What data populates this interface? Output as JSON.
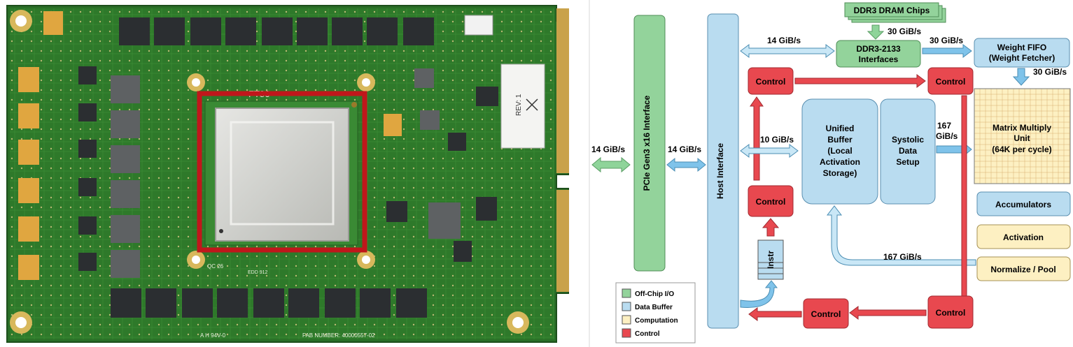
{
  "board": {
    "photo_subject": "tpu-pcb-board",
    "chip_label": "FT86",
    "rev_label": "REV: 1",
    "fab_label": "FAB NUMBER: 40000557-02",
    "marking_label": "A H 94V-0",
    "qc_label": "QC 26",
    "edd_label": "EDD 912",
    "highlight_color": "#c0171b"
  },
  "diagram": {
    "blocks": {
      "pcie": "PCIe Gen3 x16 Interface",
      "host": "Host Interface",
      "ddr3_chips": "DDR3 DRAM Chips",
      "ddr3_iface_line1": "DDR3-2133",
      "ddr3_iface_line2": "Interfaces",
      "weight_fifo_line1": "Weight FIFO",
      "weight_fifo_line2": "(Weight Fetcher)",
      "unified_line1": "Unified",
      "unified_line2": "Buffer",
      "unified_line3": "(Local",
      "unified_line4": "Activation",
      "unified_line5": "Storage)",
      "systolic_line1": "Systolic",
      "systolic_line2": "Data",
      "systolic_line3": "Setup",
      "mmu_line1": "Matrix Multiply",
      "mmu_line2": "Unit",
      "mmu_line3": "(64K per cycle)",
      "accumulators": "Accumulators",
      "activation": "Activation",
      "normalize": "Normalize / Pool",
      "control": "Control",
      "instr": "Instr"
    },
    "bandwidths": {
      "pcie_in": "14 GiB/s",
      "pcie_host": "14 GiB/s",
      "host_ddr": "14 GiB/s",
      "ddr_chips": "30 GiB/s",
      "ddr_fifo": "30 GiB/s",
      "fifo_mmu": "30 GiB/s",
      "host_unified": "10 GiB/s",
      "systolic_mmu_line1": "167",
      "systolic_mmu_line2": "GiB/s",
      "return": "167 GiB/s"
    },
    "legend": [
      {
        "label": "Off-Chip I/O",
        "color": "#93d39b"
      },
      {
        "label": "Data Buffer",
        "color": "#b9dcf0"
      },
      {
        "label": "Computation",
        "color": "#fdf0c2"
      },
      {
        "label": "Control",
        "color": "#e8484f"
      }
    ],
    "colors": {
      "offchip": "#93d39b",
      "buffer": "#b9dcf0",
      "compute": "#fdf0c2",
      "control": "#e8484f",
      "arrow_blue": "#7fc3ea",
      "arrow_green": "#8fd49a"
    }
  }
}
